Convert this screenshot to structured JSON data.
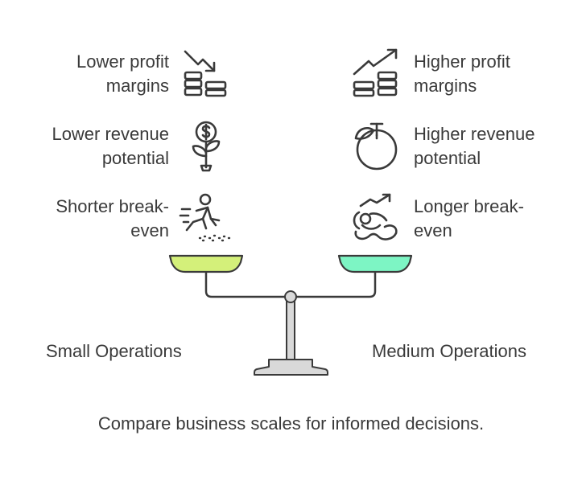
{
  "left_side": {
    "items": [
      {
        "line1": "Lower profit",
        "line2": "margins",
        "icon": "declining-coins-icon"
      },
      {
        "line1": "Lower revenue",
        "line2": "potential",
        "icon": "money-plant-icon"
      },
      {
        "line1": "Shorter break-",
        "line2": "even",
        "icon": "sprinter-icon"
      }
    ],
    "title": "Small Operations",
    "pan_color": "#d4f07a"
  },
  "right_side": {
    "items": [
      {
        "line1": "Higher profit",
        "line2": "margins",
        "icon": "rising-coins-icon"
      },
      {
        "line1": "Higher revenue",
        "line2": "potential",
        "icon": "fruit-icon"
      },
      {
        "line1": "Longer break-",
        "line2": "even",
        "icon": "rolling-person-icon"
      }
    ],
    "title": "Medium Operations",
    "pan_color": "#7df5c4"
  },
  "caption": "Compare business scales for informed decisions.",
  "colors": {
    "stroke": "#3a3a3a",
    "base": "#d9d9d9",
    "text": "#3a3a3a"
  }
}
